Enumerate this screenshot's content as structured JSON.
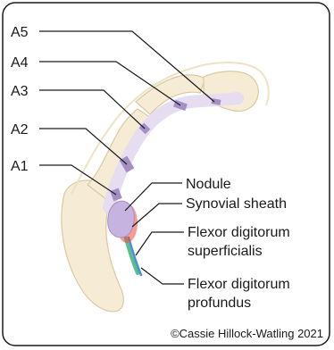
{
  "labels": {
    "a5": "A5",
    "a4": "A4",
    "a3": "A3",
    "a2": "A2",
    "a1": "A1",
    "nodule": "Nodule",
    "synovial_sheath": "Synovial sheath",
    "fds_line1": "Flexor digitorum",
    "fds_line2": "superficialis",
    "fdp_line1": "Flexor digitorum",
    "fdp_line2": "profundus"
  },
  "copyright": "©Cassie Hillock-Watling 2021",
  "colors": {
    "frame": "#1a1a1a",
    "bone": "#f6ecd6",
    "bone_outline": "#d9c9a3",
    "tendon_sheath": "#e6ddf0",
    "pulley": "#a48fc4",
    "nodule": "#c7b3df",
    "inflammation": "#f04a3a",
    "fds_tendon": "#5bbf8c",
    "fdp_tendon": "#4a90d9",
    "leader": "#1a1a1a"
  }
}
